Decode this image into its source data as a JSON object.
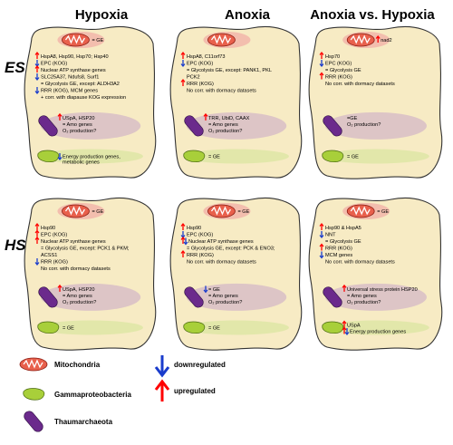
{
  "columns": [
    "Hypoxia",
    "Anoxia",
    "Anoxia vs. Hypoxia"
  ],
  "rows": [
    "ES",
    "HS"
  ],
  "legend": {
    "mito": "Mitochondria",
    "gamma": "Gammaproteobacteria",
    "thaum": "Thaumarchaeota",
    "down": "downregulated",
    "up": "upregulated"
  },
  "colors": {
    "cell": "#f7ebc4",
    "mito": "#e8604c",
    "thaum": "#6b2a8c",
    "gamma": "#a8cf3a",
    "up": "#ff0000",
    "down": "#1a3ccc"
  },
  "panels": {
    "es_hypoxia": {
      "mito": "= GE",
      "lines": [
        "HspA8, Hsp90, Hsp70; Hsp40",
        "EPC (KOG)",
        "Nuclear ATP synthase genes",
        "SLC25A37, Ndufs8, Surf1",
        "= Glycolysis GE, except: ALDH3A2",
        "RRR (KOG), MCM genes",
        "+ corr. with diapause KOG expression"
      ],
      "thaum": [
        "USpA, HSP20",
        "= Amo genes",
        "O₂ production?"
      ],
      "gamma": [
        "Energy production genes,",
        "metabolic genes"
      ]
    },
    "es_anoxia": {
      "lines": [
        "HspA8, C11orf73",
        "EPC (KOG)",
        "= Glycolysis GE, except: PANK1, PKL",
        "PCK2",
        "RRR (KOG)",
        "No corr. with dormacy datasets"
      ],
      "thaum": [
        "TRR, UbiD, CAAX",
        "= Amo genes",
        "O₂ production?"
      ],
      "gamma": [
        "= GE"
      ]
    },
    "es_anoxia_vs_hypoxia": {
      "mito": "nad2",
      "lines": [
        "Hsp70",
        "EPC (KOG)",
        "= Glycolysis GE",
        "RRR (KOG)",
        "No corr. with dormacy datasets"
      ],
      "thaum": [
        "=GE",
        "O₂ production?"
      ],
      "gamma": [
        "= GE"
      ]
    },
    "hs_hypoxia": {
      "mito": "= GE",
      "lines": [
        "Hsp90",
        "EPC (KOG)",
        "Nuclear ATP synthase genes",
        "= Glycolysis GE, except: PCK1 & PKM;",
        "ACSS1",
        "RRR (KOG)",
        "No corr. with dormacy datasets"
      ],
      "thaum": [
        "USpA, HSP20",
        "= Amo genes",
        "O₂ production?"
      ],
      "gamma": [
        "= GE"
      ]
    },
    "hs_anoxia": {
      "mito": "= GE",
      "lines": [
        "Hsp90",
        "EPC (KOG)",
        "Nuclear ATP synthase genes",
        "= Glycolysis GE, except: PCK & ENO3;",
        "RRR (KOG)",
        "No corr. with dormacy datasets"
      ],
      "thaum": [
        "= GE",
        "= Amo genes",
        "O₂ production?"
      ],
      "gamma": [
        "= GE"
      ]
    },
    "hs_anoxia_vs_hypoxia": {
      "mito": "= GE",
      "lines": [
        "Hsp90 & HspA5",
        "NNT",
        "= Glycolysis GE",
        "RRR (KOG)",
        "MCM genes",
        "No corr. with dormacy datasets"
      ],
      "thaum": [
        "Universal stress protein HSP20",
        "= Amo genes",
        "O₂ production?"
      ],
      "gamma": [
        "USpA",
        "Energy production genes"
      ]
    }
  }
}
